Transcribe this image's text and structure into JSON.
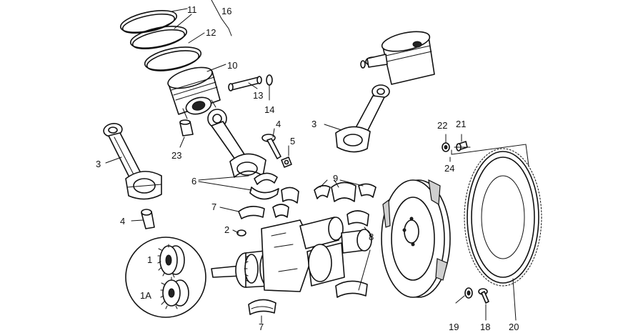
{
  "diagram": {
    "parts": [
      {
        "id": "p1",
        "label": "1"
      },
      {
        "id": "p1a",
        "label": "1A"
      },
      {
        "id": "p2",
        "label": "2"
      },
      {
        "id": "p3a",
        "label": "3"
      },
      {
        "id": "p3b",
        "label": "3"
      },
      {
        "id": "p4a",
        "label": "4"
      },
      {
        "id": "p4b",
        "label": "4"
      },
      {
        "id": "p5",
        "label": "5"
      },
      {
        "id": "p6",
        "label": "6"
      },
      {
        "id": "p7a",
        "label": "7"
      },
      {
        "id": "p7b",
        "label": "7"
      },
      {
        "id": "p8",
        "label": "8"
      },
      {
        "id": "p9",
        "label": "9"
      },
      {
        "id": "p10",
        "label": "10"
      },
      {
        "id": "p11",
        "label": "11"
      },
      {
        "id": "p12",
        "label": "12"
      },
      {
        "id": "p13",
        "label": "13"
      },
      {
        "id": "p14",
        "label": "14"
      },
      {
        "id": "p16",
        "label": "16"
      },
      {
        "id": "p18",
        "label": "18"
      },
      {
        "id": "p19",
        "label": "19"
      },
      {
        "id": "p20",
        "label": "20"
      },
      {
        "id": "p21",
        "label": "21"
      },
      {
        "id": "p22",
        "label": "22"
      },
      {
        "id": "p23",
        "label": "23"
      },
      {
        "id": "p24",
        "label": "24"
      }
    ]
  }
}
